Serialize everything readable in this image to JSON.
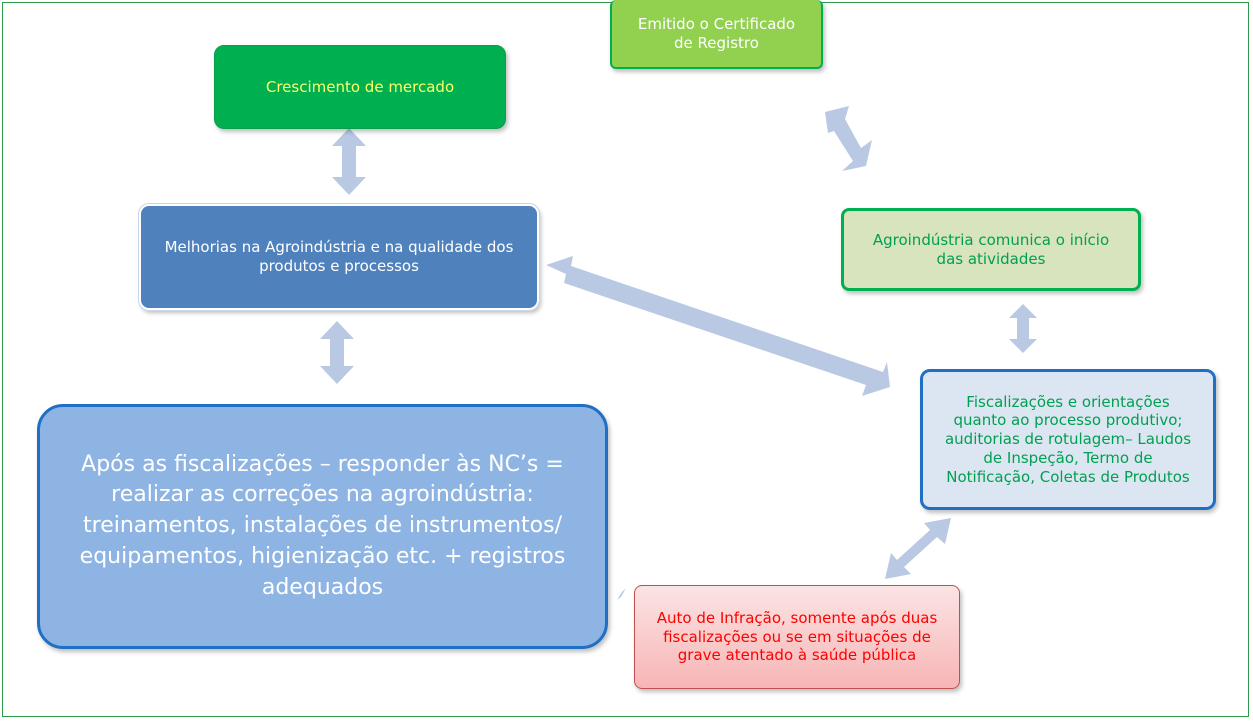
{
  "diagram": {
    "nodes": {
      "crescimento": {
        "lines": [
          "Crescimento de mercado"
        ]
      },
      "melhorias": {
        "lines": [
          "Melhorias na Agroindústria e na qualidade dos",
          "produtos e processos"
        ]
      },
      "apos": {
        "lines": [
          "Após as fiscalizações – responder às NC’s =",
          "realizar as correções na agroindústria:",
          "treinamentos, instalações  de instrumentos/",
          "equipamentos, higienização etc. + registros",
          "adequados"
        ]
      },
      "emitido": {
        "lines": [
          "Emitido o Certificado",
          "de Registro"
        ]
      },
      "comunica": {
        "lines": [
          "Agroindústria comunica o início",
          "das atividades"
        ]
      },
      "fiscalizacoes": {
        "lines": [
          "Fiscalizações e orientações",
          "quanto ao processo produtivo;",
          "auditorias de rotulagem– Laudos",
          "de Inspeção, Termo de",
          "Notificação, Coletas de Produtos"
        ]
      },
      "auto": {
        "lines": [
          "Auto de Infração, somente após duas",
          "fiscalizações ou se em situações de",
          "grave atentado à saúde pública"
        ]
      }
    },
    "edges": [
      {
        "from": "crescimento",
        "to": "melhorias",
        "style": "double-arrow"
      },
      {
        "from": "melhorias",
        "to": "apos",
        "style": "double-arrow"
      },
      {
        "from": "melhorias",
        "to": "fiscalizacoes",
        "style": "double-arrow"
      },
      {
        "from": "emitido",
        "to": "comunica",
        "style": "double-arrow"
      },
      {
        "from": "comunica",
        "to": "fiscalizacoes",
        "style": "double-arrow"
      },
      {
        "from": "fiscalizacoes",
        "to": "auto",
        "style": "double-arrow"
      }
    ],
    "colors": {
      "frame": "#2e9b4a",
      "arrow": "#b9c9e3",
      "crescimento_fill": "#00b050",
      "crescimento_text": "#ffff66",
      "melhorias_fill": "#4f81bd",
      "apos_fill": "#8eb4e3",
      "apos_border": "#1f6fc5",
      "emitido_fill": "#92d050",
      "comunica_fill": "#d7e4bd",
      "comunica_text": "#00a050",
      "fiscalizacoes_fill": "#dce6f2",
      "auto_fill": "#f7b5b5",
      "auto_text": "#ff0000"
    }
  }
}
